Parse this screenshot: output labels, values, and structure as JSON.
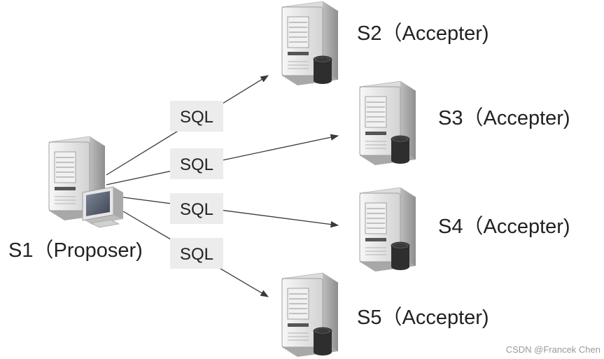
{
  "nodes": {
    "s1": {
      "label": "S1（Proposer)",
      "role": "proposer",
      "icon": "server-with-monitor-icon"
    },
    "s2": {
      "label": "S2（Accepter)",
      "role": "accepter",
      "icon": "server-with-database-icon"
    },
    "s3": {
      "label": "S3（Accepter)",
      "role": "accepter",
      "icon": "server-with-database-icon"
    },
    "s4": {
      "label": "S4（Accepter)",
      "role": "accepter",
      "icon": "server-with-database-icon"
    },
    "s5": {
      "label": "S5（Accepter)",
      "role": "accepter",
      "icon": "server-with-database-icon"
    }
  },
  "edges": [
    {
      "from": "s1",
      "to": "s2",
      "label": "SQL"
    },
    {
      "from": "s1",
      "to": "s3",
      "label": "SQL"
    },
    {
      "from": "s1",
      "to": "s4",
      "label": "SQL"
    },
    {
      "from": "s1",
      "to": "s5",
      "label": "SQL"
    }
  ],
  "watermark": "CSDN @Francek Chen",
  "colors": {
    "server_light": "#e9e9e9",
    "server_dark": "#9c9c9c",
    "database": "#2f2f2f",
    "monitor_screen": "#5a6272",
    "edge": "#3a3a3a",
    "label_box": "#ececec"
  }
}
